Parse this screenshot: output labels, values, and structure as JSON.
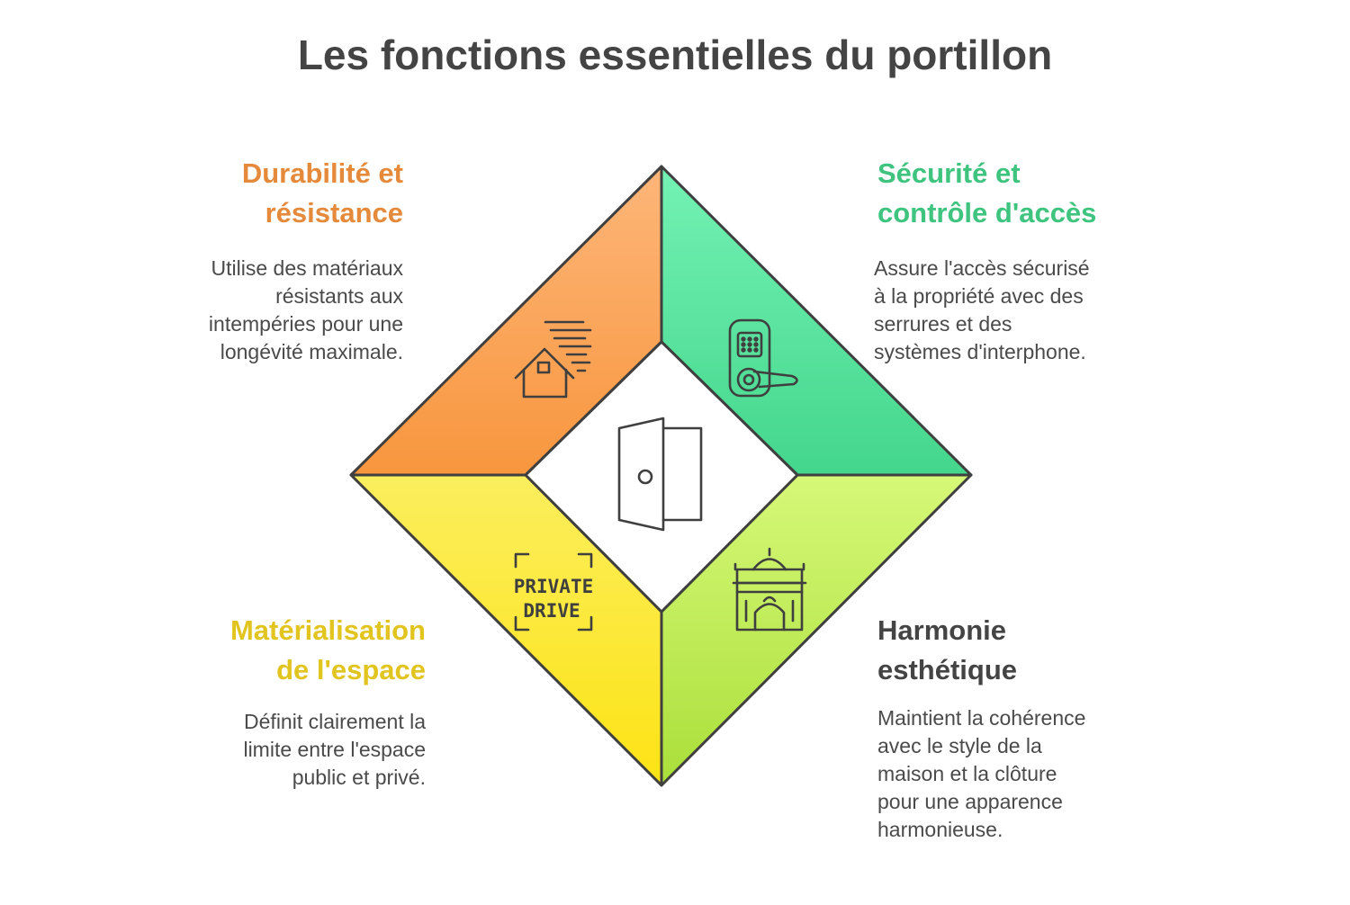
{
  "title": "Les fonctions essentielles du portillon",
  "center": {
    "icon": "door-icon"
  },
  "quadrants": [
    {
      "id": "durabilite",
      "heading_lines": [
        "Durabilité et",
        "résistance"
      ],
      "desc_lines": [
        "Utilise des matériaux",
        "résistants aux",
        "intempéries pour une",
        "longévité maximale."
      ],
      "color": "#E5893A",
      "gradient": [
        "#FDB679",
        "#F8963E"
      ],
      "icon": "house-wind-icon"
    },
    {
      "id": "securite",
      "heading_lines": [
        "Sécurité et",
        "contrôle d'accès"
      ],
      "desc_lines": [
        "Assure l'accès sécurisé",
        "à la propriété avec des",
        "serrures et des",
        "systèmes d'interphone."
      ],
      "color": "#3EC47E",
      "gradient": [
        "#74F2B4",
        "#44D68C"
      ],
      "icon": "keypad-lock-icon"
    },
    {
      "id": "materialisation",
      "heading_lines": [
        "Matérialisation",
        "de l'espace"
      ],
      "desc_lines": [
        "Définit clairement la",
        "limite entre l'espace",
        "public et privé."
      ],
      "color": "#E2C41E",
      "gradient": [
        "#FBEE5E",
        "#FDE314"
      ],
      "icon": "private-drive-sign-icon",
      "icon_text": [
        "PRIVATE",
        "DRIVE"
      ]
    },
    {
      "id": "harmonie",
      "heading_lines": [
        "Harmonie",
        "esthétique"
      ],
      "desc_lines": [
        "Maintient la cohérence",
        "avec le style de la",
        "maison et la clôture",
        "pour une apparence",
        "harmonieuse."
      ],
      "color": "#444444",
      "gradient": [
        "#D6F878",
        "#AADF3A"
      ],
      "icon": "ornate-gate-icon"
    }
  ]
}
